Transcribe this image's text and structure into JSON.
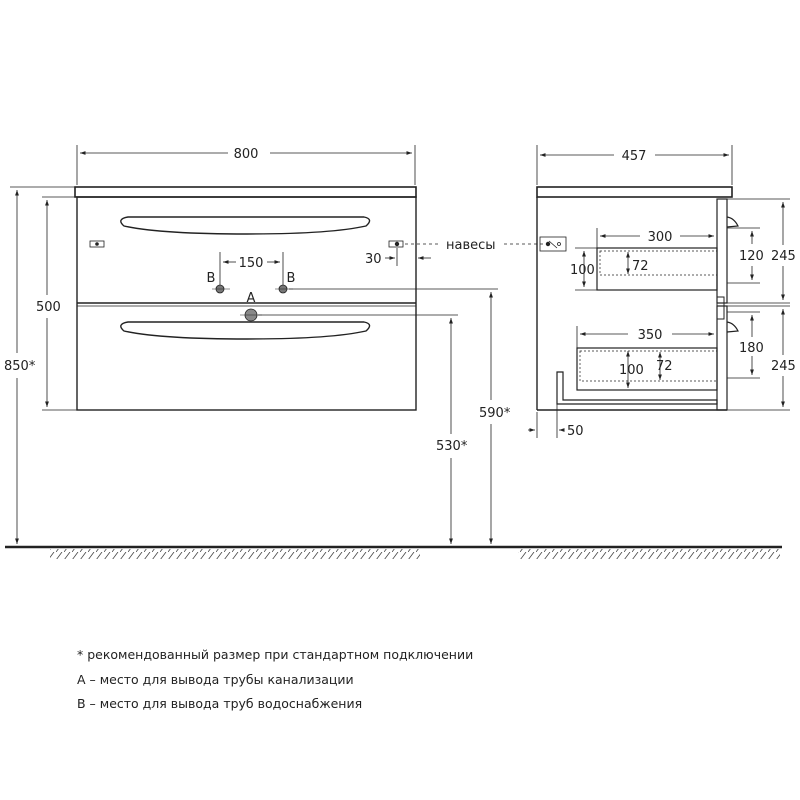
{
  "front_view": {
    "width": "800",
    "height_total": "850*",
    "body_height": "500",
    "pipe_spacing": "150",
    "label_b": "B",
    "label_a": "A",
    "hinge_offset": "30",
    "hinges_label": "навесы",
    "water_pipe_height": "590*",
    "drain_pipe_height": "530*"
  },
  "side_view": {
    "depth": "457",
    "upper_drawer_depth": "300",
    "upper_drawer_inner_height": "72",
    "upper_drawer_height": "100",
    "upper_front_inner": "120",
    "upper_front_height": "245",
    "lower_drawer_depth": "350",
    "lower_drawer_inner_height": "72",
    "lower_drawer_height": "100",
    "lower_front_inner": "180",
    "lower_front_height": "245",
    "back_offset": "50"
  },
  "notes": [
    "* рекомендованный размер при стандартном подключении",
    "A – место для вывода трубы канализации",
    "B – место для вывода труб водоснабжения"
  ],
  "colors": {
    "line": "#222222",
    "background": "#ffffff"
  }
}
